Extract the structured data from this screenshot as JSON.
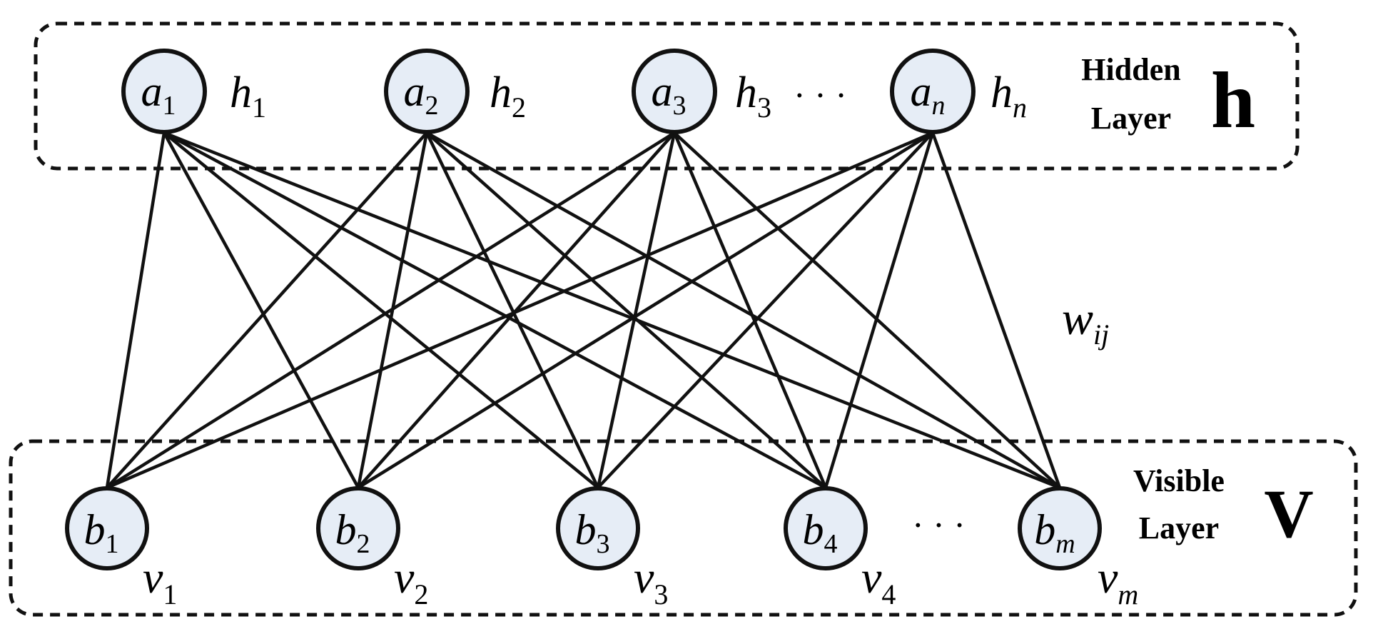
{
  "hidden": {
    "nodes": [
      {
        "base": "a",
        "sub": "1",
        "label_base": "h",
        "label_sub": "1"
      },
      {
        "base": "a",
        "sub": "2",
        "label_base": "h",
        "label_sub": "2"
      },
      {
        "base": "a",
        "sub": "3",
        "label_base": "h",
        "label_sub": "3"
      },
      {
        "base": "a",
        "sub": "n",
        "label_base": "h",
        "label_sub": "n"
      }
    ],
    "ellipsis": "· · ·",
    "layer_line1": "Hidden",
    "layer_line2": "Layer",
    "layer_symbol": "h"
  },
  "visible": {
    "nodes": [
      {
        "base": "b",
        "sub": "1",
        "label_base": "v",
        "label_sub": "1"
      },
      {
        "base": "b",
        "sub": "2",
        "label_base": "v",
        "label_sub": "2"
      },
      {
        "base": "b",
        "sub": "3",
        "label_base": "v",
        "label_sub": "3"
      },
      {
        "base": "b",
        "sub": "4",
        "label_base": "v",
        "label_sub": "4"
      },
      {
        "base": "b",
        "sub": "m",
        "label_base": "v",
        "label_sub": "m"
      }
    ],
    "ellipsis": "· · ·",
    "layer_line1": "Visible",
    "layer_line2": "Layer",
    "layer_symbol": "V"
  },
  "weight": {
    "base": "w",
    "sub": "ij"
  },
  "colors": {
    "node_fill": "#e6edf6",
    "stroke": "#111111"
  }
}
